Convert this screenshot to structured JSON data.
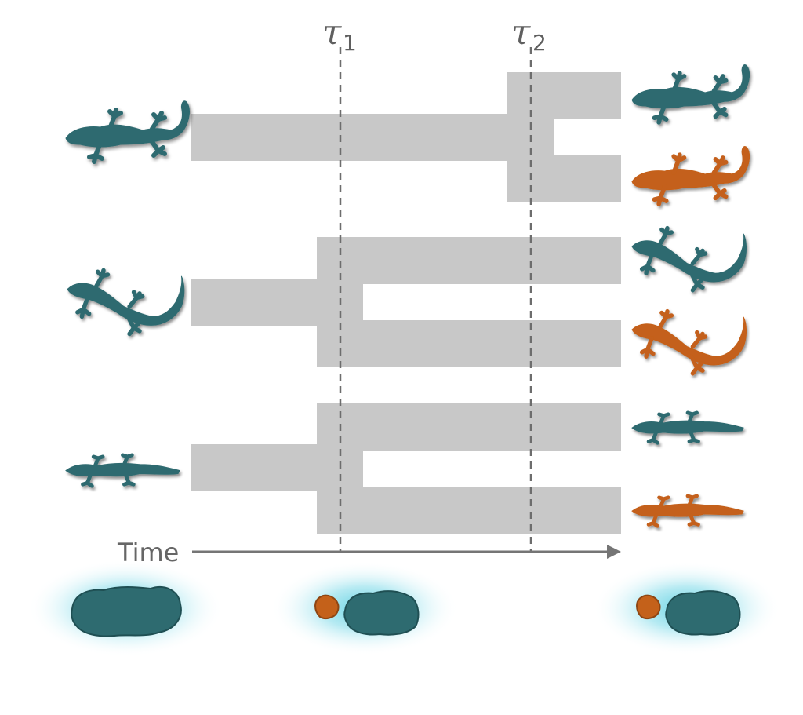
{
  "colors": {
    "ancestral": "#2e6b70",
    "derived": "#c4611a",
    "branch": "#c8c8c8",
    "dashed": "#6d6d6d",
    "axis": "#757575",
    "glow": "#5ccfe0"
  },
  "markers": [
    {
      "symbol": "τ",
      "subscript": "1"
    },
    {
      "symbol": "τ",
      "subscript": "2"
    }
  ],
  "axis": {
    "label": "Time"
  },
  "icons": {
    "lizard": "gecko-silhouette-icon",
    "island": "island-icon"
  }
}
